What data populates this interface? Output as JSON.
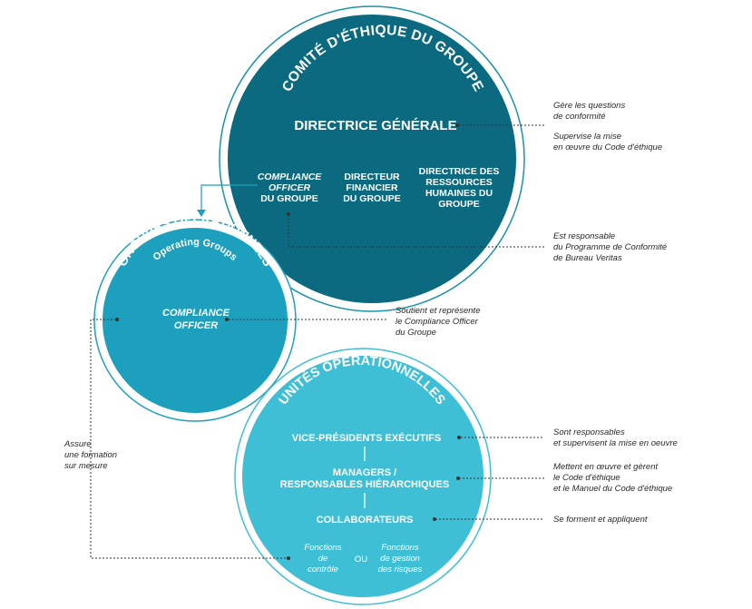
{
  "colors": {
    "top_circle": "#0b6a80",
    "top_ring": "#1c93a8",
    "mid_circle": "#1ca0bd",
    "mid_ring": "#1ca0bd",
    "bottom_circle": "#3fbfd5",
    "bottom_ring": "#3fbfd5",
    "connector": "#1ca0bd",
    "note_text": "#2a2a2a"
  },
  "top": {
    "arc_title": "COMITÉ D'ÉTHIQUE DU GROUPE",
    "ceo": "DIRECTRICE GÉNÉRALE",
    "members": [
      {
        "lines": [
          "COMPLIANCE",
          "OFFICER",
          "DU GROUPE"
        ]
      },
      {
        "lines": [
          "DIRECTEUR",
          "FINANCIER",
          "DU GROUPE"
        ]
      },
      {
        "lines": [
          "DIRECTRICE DES",
          "RESSOURCES",
          "HUMAINES DU",
          "GROUPE"
        ]
      }
    ]
  },
  "middle": {
    "arc_title": "GROUPES OPÉRATIONNELS",
    "arc_subtitle": "Operating Groups",
    "role": [
      "COMPLIANCE",
      "OFFICER"
    ]
  },
  "bottom": {
    "arc_title": "UNITÉS OPÉRATIONNELLES",
    "levels": [
      {
        "lines": [
          "VICE-PRÉSIDENTS EXÉCUTIFS"
        ]
      },
      {
        "lines": [
          "MANAGERS /",
          "RESPONSABLES HIÉRARCHIQUES"
        ]
      },
      {
        "lines": [
          "COLLABORATEURS"
        ]
      }
    ],
    "functions_left": [
      "Fonctions",
      "de",
      "contrôle"
    ],
    "functions_or": "OU",
    "functions_right": [
      "Fonctions",
      "de gestion",
      "des risques"
    ]
  },
  "notes": {
    "ceo_1": "Gère les questions\nde conformité",
    "ceo_2": "Supervise la mise\nen œuvre du Code d'éthique",
    "compliance_group": "Est responsable\ndu Programme de Conformité\nde Bureau Veritas",
    "compliance_og": "Soutient et représente\nle Compliance Officer\ndu Groupe",
    "training": "Assure\nune formation\nsur mesure",
    "evp": "Sont responsables\net supervisent la mise en oeuvre",
    "managers": "Mettent en œuvre et gèrent\nle Code d'éthique\net le Manuel du Code d'éthique",
    "employees": "Se forment et appliquent"
  }
}
